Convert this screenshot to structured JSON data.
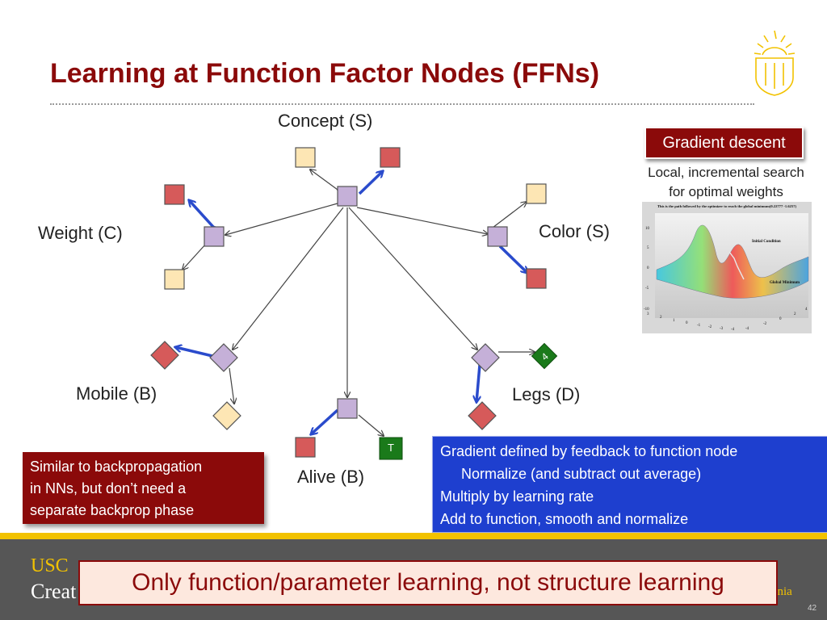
{
  "title": "Learning at Function Factor Nodes (FFNs)",
  "labels": {
    "concept": "Concept (S)",
    "weight": "Weight (C)",
    "color": "Color (S)",
    "mobile": "Mobile (B)",
    "legs": "Legs (D)",
    "alive": "Alive (B)"
  },
  "badges": {
    "legs_value": "4",
    "alive_value": "T"
  },
  "gradient_descent": {
    "title": "Gradient descent",
    "desc_line1": "Local, incremental search",
    "desc_line2": "for optimal weights",
    "plot_title": "This is the path followed by the optimizer to reach the global minimum(0.22777   -1.6257)",
    "plot_annotation_initial": "Initial Condition",
    "plot_annotation_global": "Global Minimum",
    "y_ticks": [
      "10",
      "5",
      "0",
      "-5",
      "-10"
    ],
    "x_ticks": [
      "3",
      "2",
      "1",
      "0",
      "-1",
      "-2",
      "-3",
      "-4"
    ],
    "z_ticks": [
      "-4",
      "-2",
      "0",
      "2",
      "4"
    ]
  },
  "similar_box": {
    "line1": "Similar to backpropagation",
    "line2": "in NNs, but don’t need a",
    "line3": "separate backprop phase"
  },
  "gradient_box": {
    "line1": "Gradient defined by feedback to function node",
    "line2": "Normalize (and subtract out average)",
    "line3": "Multiply by learning rate",
    "line4": "Add to function, smooth and normalize"
  },
  "footer": {
    "usc": "USC",
    "creat": "Creat",
    "ornia": "ornia",
    "page": "42"
  },
  "bottom_note": "Only function/parameter learning, not structure learning",
  "colors": {
    "title_red": "#8b0a0a",
    "blue_box": "#1e3fcf",
    "gold": "#f2c200",
    "factor_purple": "#c5b0d8",
    "var_red": "#d65a5a",
    "var_yellow": "#fde6b4",
    "badge_green": "#1a7a1a",
    "learn_arrow": "#2a4bcc"
  }
}
